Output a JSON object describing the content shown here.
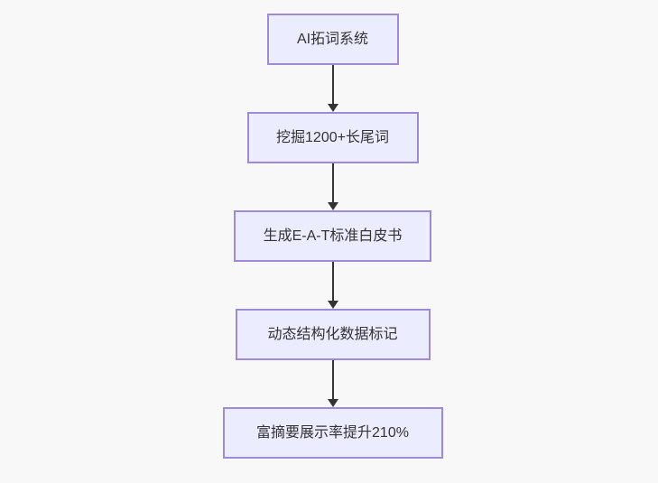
{
  "diagram": {
    "type": "flowchart",
    "direction": "top-down",
    "nodes": [
      {
        "id": "n1",
        "label": "AI拓词系统"
      },
      {
        "id": "n2",
        "label": "挖掘1200+长尾词"
      },
      {
        "id": "n3",
        "label": "生成E-A-T标准白皮书"
      },
      {
        "id": "n4",
        "label": "动态结构化数据标记"
      },
      {
        "id": "n5",
        "label": "富摘要展示率提升210%"
      }
    ],
    "edges": [
      {
        "from": "n1",
        "to": "n2"
      },
      {
        "from": "n2",
        "to": "n3"
      },
      {
        "from": "n3",
        "to": "n4"
      },
      {
        "from": "n4",
        "to": "n5"
      }
    ],
    "colors": {
      "background": "#f8f8f8",
      "node_fill": "#ececff",
      "node_border": "#9f8ad6",
      "arrow": "#333333",
      "text": "#333333"
    }
  }
}
